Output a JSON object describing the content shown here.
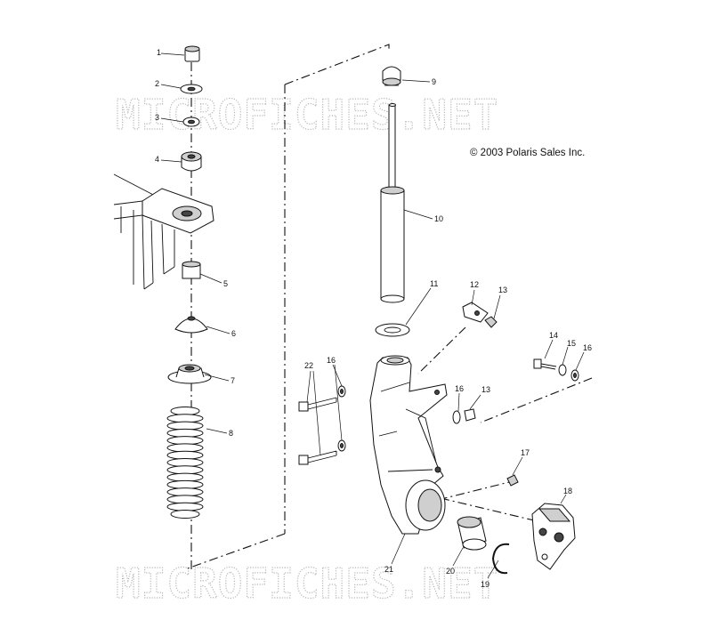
{
  "copyright": "© 2003 Polaris Sales Inc.",
  "watermark": {
    "top": "MICROFICHES.NET",
    "bottom": "MICROFICHES.NET"
  },
  "callouts": [
    {
      "id": "c1",
      "label": "1"
    },
    {
      "id": "c2",
      "label": "2"
    },
    {
      "id": "c3",
      "label": "3"
    },
    {
      "id": "c4",
      "label": "4"
    },
    {
      "id": "c5",
      "label": "5"
    },
    {
      "id": "c6",
      "label": "6"
    },
    {
      "id": "c7",
      "label": "7"
    },
    {
      "id": "c8",
      "label": "8"
    },
    {
      "id": "c9",
      "label": "9"
    },
    {
      "id": "c10",
      "label": "10"
    },
    {
      "id": "c11",
      "label": "11"
    },
    {
      "id": "c12",
      "label": "12"
    },
    {
      "id": "c13a",
      "label": "13"
    },
    {
      "id": "c13b",
      "label": "13"
    },
    {
      "id": "c14",
      "label": "14"
    },
    {
      "id": "c15",
      "label": "15"
    },
    {
      "id": "c16a",
      "label": "16"
    },
    {
      "id": "c16b",
      "label": "16"
    },
    {
      "id": "c16c",
      "label": "16"
    },
    {
      "id": "c17",
      "label": "17"
    },
    {
      "id": "c18",
      "label": "18"
    },
    {
      "id": "c19",
      "label": "19"
    },
    {
      "id": "c20",
      "label": "20"
    },
    {
      "id": "c21",
      "label": "21"
    },
    {
      "id": "c22",
      "label": "22"
    }
  ]
}
